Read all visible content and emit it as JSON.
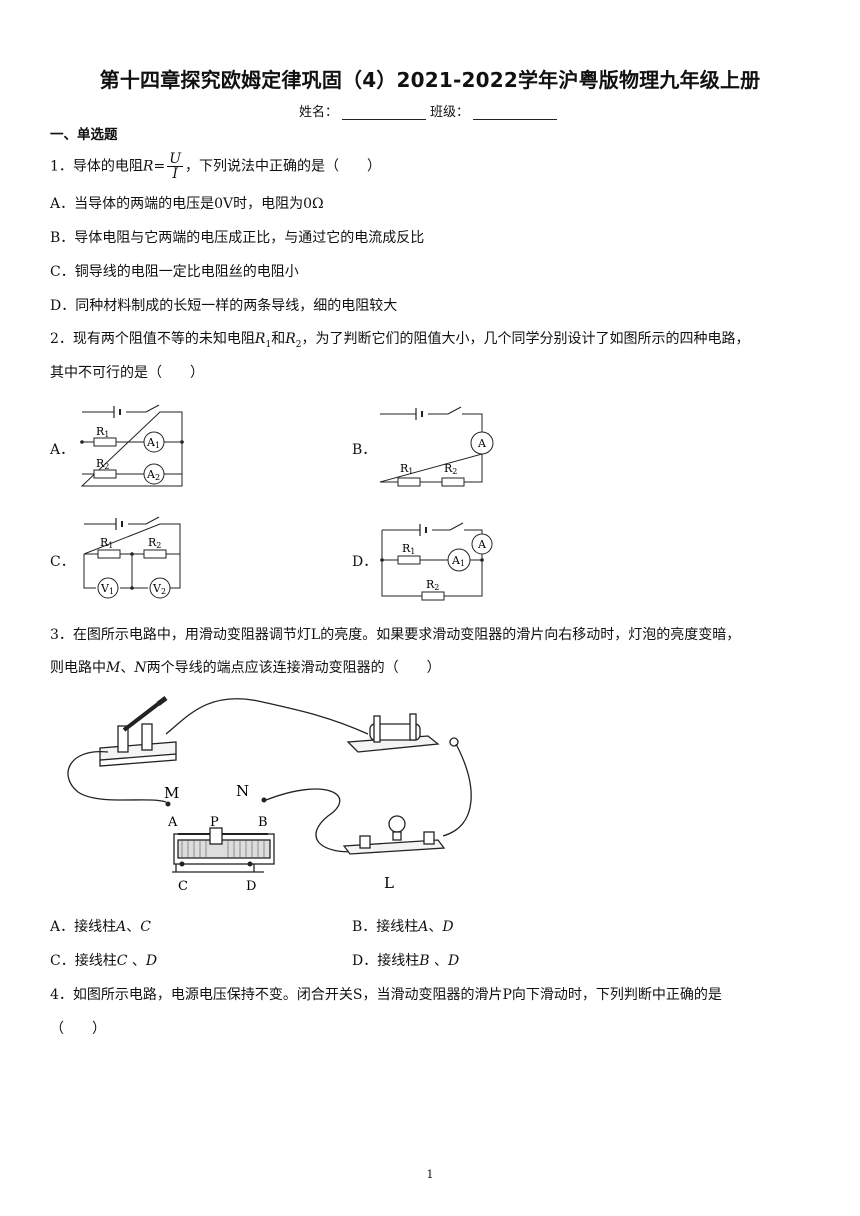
{
  "title": "第十四章探究欧姆定律巩固（4）2021-2022学年沪粤版物理九年级上册",
  "name_label": "姓名：",
  "class_label": "班级：",
  "section": "一、单选题",
  "q1": {
    "prefix": "1．导体的电阻",
    "R": "R",
    "eq": "=",
    "num": "U",
    "den": "I",
    "suffix": "，下列说法中正确的是（　　）",
    "A": "A．当导体的两端的电压是0V时，电阻为0Ω",
    "B": "B．导体电阻与它两端的电压成正比，与通过它的电流成反比",
    "C": "C．铜导线的电阻一定比电阻丝的电阻小",
    "D": "D．同种材料制成的长短一样的两条导线，细的电阻较大"
  },
  "q2": {
    "line1_a": "2．现有两个阻值不等的未知电阻",
    "R1": "R",
    "sub1": "1",
    "and": "和",
    "R2": "R",
    "sub2": "2",
    "line1_b": "，为了判断它们的阻值大小，几个同学分别设计了如图所示的四种电路，",
    "line2": "其中不可行的是（　　）",
    "optA": "A．",
    "optB": "B．",
    "optC": "C．",
    "optD": "D．",
    "labels": {
      "R": "R",
      "one": "1",
      "two": "2",
      "A": "A",
      "V": "V"
    }
  },
  "q3": {
    "line1": "3．在图所示电路中，用滑动变阻器调节灯L的亮度。如果要求滑动变阻器的滑片向右移动时，灯泡的亮度变暗，",
    "line2_a": "则电路中",
    "M": "M",
    "sep": "、",
    "N": "N",
    "line2_b": "两个导线的端点应该连接滑动变阻器的（　　）",
    "fig": {
      "M": "M",
      "N": "N",
      "A": "A",
      "B": "B",
      "P": "P",
      "C": "C",
      "D": "D",
      "L": "L"
    },
    "A_pre": "A．接线柱",
    "A_x": "A",
    "A_mid": "、",
    "A_y": "C",
    "B_pre": "B．接线柱",
    "B_x": "A",
    "B_mid": "、",
    "B_y": "D",
    "C_pre": "C．接线柱",
    "C_x": "C",
    "C_mid": " 、",
    "C_y": "D",
    "D_pre": "D．接线柱",
    "D_x": "B",
    "D_mid": " 、",
    "D_y": "D"
  },
  "q4": {
    "line1": "4．如图所示电路，电源电压保持不变。闭合开关S，当滑动变阻器的滑片P向下滑动时，下列判断中正确的是",
    "line2": "（　　）"
  },
  "page_number": "1"
}
